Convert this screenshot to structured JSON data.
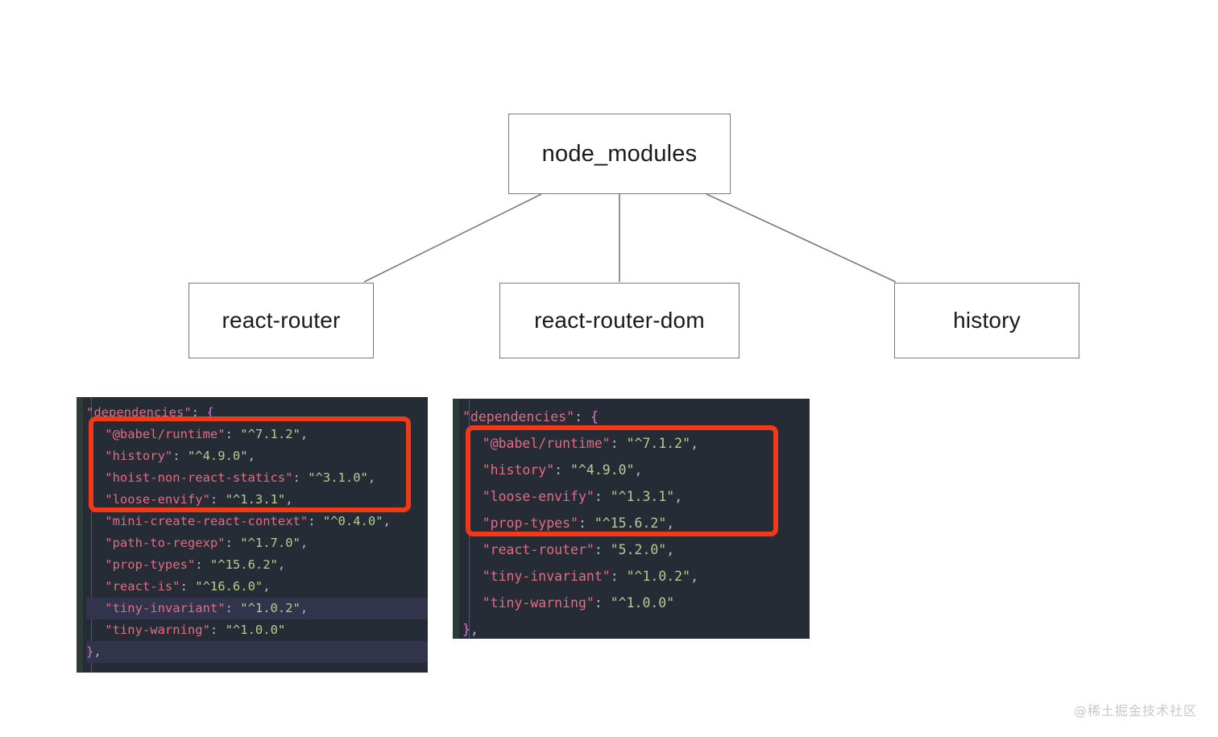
{
  "diagram": {
    "root": {
      "label": "node_modules"
    },
    "children": [
      {
        "label": "react-router"
      },
      {
        "label": "react-router-dom"
      },
      {
        "label": "history"
      }
    ]
  },
  "code_blocks": [
    {
      "id": "react-router-package-json",
      "title_line": "\"dependencies\": {",
      "lines": [
        {
          "key": "\"dependencies\"",
          "sep": ": ",
          "value": "{",
          "kind": "open",
          "indent": 0
        },
        {
          "key": "\"@babel/runtime\"",
          "sep": ": ",
          "value": "\"^7.1.2\"",
          "trail": ",",
          "indent": 1
        },
        {
          "key": "\"history\"",
          "sep": ": ",
          "value": "\"^4.9.0\"",
          "trail": ",",
          "indent": 1
        },
        {
          "key": "\"hoist-non-react-statics\"",
          "sep": ": ",
          "value": "\"^3.1.0\"",
          "trail": ",",
          "indent": 1
        },
        {
          "key": "\"loose-envify\"",
          "sep": ": ",
          "value": "\"^1.3.1\"",
          "trail": ",",
          "indent": 1
        },
        {
          "key": "\"mini-create-react-context\"",
          "sep": ": ",
          "value": "\"^0.4.0\"",
          "trail": ",",
          "indent": 1
        },
        {
          "key": "\"path-to-regexp\"",
          "sep": ": ",
          "value": "\"^1.7.0\"",
          "trail": ",",
          "indent": 1
        },
        {
          "key": "\"prop-types\"",
          "sep": ": ",
          "value": "\"^15.6.2\"",
          "trail": ",",
          "indent": 1
        },
        {
          "key": "\"react-is\"",
          "sep": ": ",
          "value": "\"^16.6.0\"",
          "trail": ",",
          "indent": 1
        },
        {
          "key": "\"tiny-invariant\"",
          "sep": ": ",
          "value": "\"^1.0.2\"",
          "trail": ",",
          "indent": 1,
          "highlight": true
        },
        {
          "key": "\"tiny-warning\"",
          "sep": ": ",
          "value": "\"^1.0.0\"",
          "trail": "",
          "indent": 1
        },
        {
          "key": "",
          "sep": "",
          "value": "}",
          "trail": ",",
          "kind": "close",
          "indent": 0,
          "highlight": true
        }
      ],
      "highlighted_range": [
        "@babel/runtime",
        "history",
        "hoist-non-react-statics",
        "loose-envify"
      ]
    },
    {
      "id": "react-router-dom-package-json",
      "title_line": "\"dependencies\": {",
      "lines": [
        {
          "key": "\"dependencies\"",
          "sep": ": ",
          "value": "{",
          "kind": "open",
          "indent": 0
        },
        {
          "key": "\"@babel/runtime\"",
          "sep": ": ",
          "value": "\"^7.1.2\"",
          "trail": ",",
          "indent": 1
        },
        {
          "key": "\"history\"",
          "sep": ": ",
          "value": "\"^4.9.0\"",
          "trail": ",",
          "indent": 1
        },
        {
          "key": "\"loose-envify\"",
          "sep": ": ",
          "value": "\"^1.3.1\"",
          "trail": ",",
          "indent": 1
        },
        {
          "key": "\"prop-types\"",
          "sep": ": ",
          "value": "\"^15.6.2\"",
          "trail": ",",
          "indent": 1
        },
        {
          "key": "\"react-router\"",
          "sep": ": ",
          "value": "\"5.2.0\"",
          "trail": ",",
          "indent": 1
        },
        {
          "key": "\"tiny-invariant\"",
          "sep": ": ",
          "value": "\"^1.0.2\"",
          "trail": ",",
          "indent": 1
        },
        {
          "key": "\"tiny-warning\"",
          "sep": ": ",
          "value": "\"^1.0.0\"",
          "trail": "",
          "indent": 1
        },
        {
          "key": "",
          "sep": "",
          "value": "}",
          "trail": ",",
          "kind": "close",
          "indent": 0
        }
      ],
      "highlighted_range": [
        "@babel/runtime",
        "history",
        "loose-envify",
        "prop-types"
      ]
    }
  ],
  "colors": {
    "annotation_red": "#f03a17",
    "code_background": "#262c36",
    "key_token": "#e06c82",
    "value_token": "#b5cc8e",
    "brace_token": "#d977d1",
    "node_border": "#7a7a7a",
    "page_background": "#ffffff"
  },
  "watermark": {
    "text": "@稀土掘金技术社区"
  }
}
